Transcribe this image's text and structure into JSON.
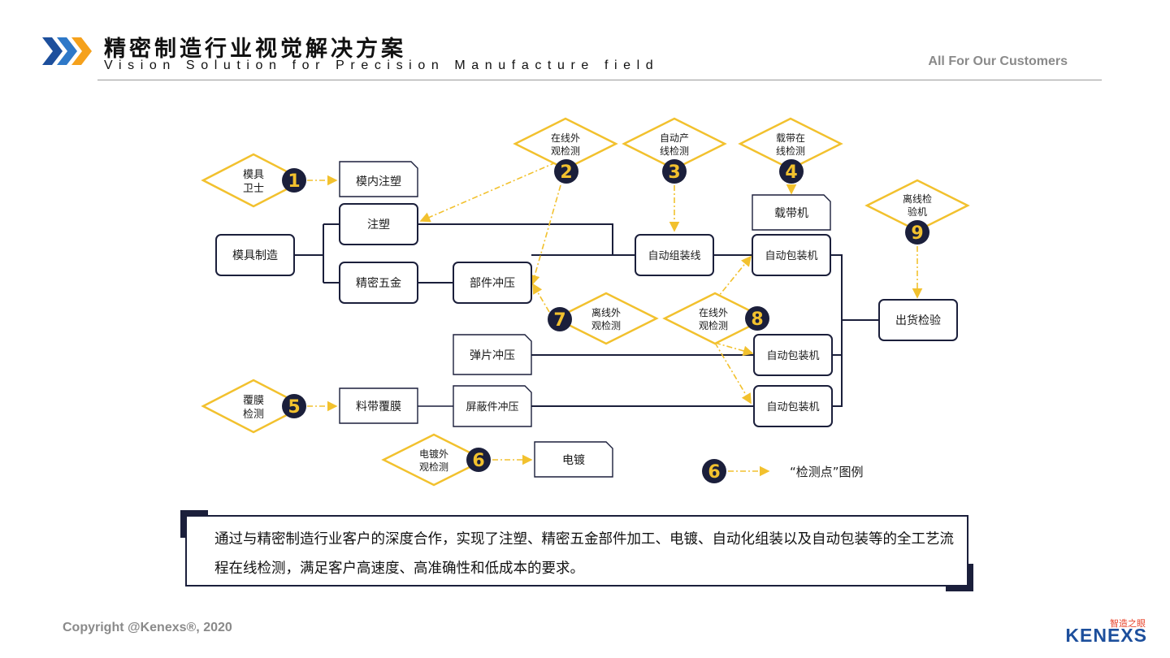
{
  "header": {
    "title_cn": "精密制造行业视觉解决方案",
    "title_en": "Vision Solution for Precision Manufacture field",
    "tagline": "All For Our Customers"
  },
  "colors": {
    "accent_blue": "#1d4f9c",
    "accent_orange": "#f5a11c",
    "diamond_gold": "#f2c12e",
    "node_border": "#1b1f3b",
    "badge_fill": "#1b1f3b",
    "badge_number": "#f2c12e"
  },
  "diagram": {
    "nodes": {
      "mold_manufacturing": "模具制造",
      "in_mold_injection": "模内注塑",
      "injection_molding": "注塑",
      "precision_hardware": "精密五金",
      "part_stamping": "部件冲压",
      "auto_assembly_line": "自动组装线",
      "carrier_tape_machine": "载带机",
      "auto_packaging_1": "自动包装机",
      "auto_packaging_2": "自动包装机",
      "auto_packaging_3": "自动包装机",
      "shipping_inspection": "出货检验",
      "spring_stamping": "弹片冲压",
      "tape_lamination": "料带覆膜",
      "shield_stamping": "屏蔽件冲压",
      "electroplating": "电镀"
    },
    "inspection_points": [
      {
        "number": "1",
        "line1": "模具",
        "line2": "卫士"
      },
      {
        "number": "2",
        "line1": "在线外",
        "line2": "观检测"
      },
      {
        "number": "3",
        "line1": "自动产",
        "line2": "线检测"
      },
      {
        "number": "4",
        "line1": "载带在",
        "line2": "线检测"
      },
      {
        "number": "5",
        "line1": "覆膜",
        "line2": "检测"
      },
      {
        "number": "6",
        "line1": "电镀外",
        "line2": "观检测"
      },
      {
        "number": "7",
        "line1": "离线外",
        "line2": "观检测"
      },
      {
        "number": "8",
        "line1": "在线外",
        "line2": "观检测"
      },
      {
        "number": "9",
        "line1": "离线检",
        "line2": "验机"
      }
    ],
    "legend": {
      "number": "6",
      "label": "“检测点”图例"
    }
  },
  "summary": "通过与精密制造行业客户的深度合作，实现了注塑、精密五金部件加工、电镀、自动化组装以及自动包装等的全工艺流程在线检测，满足客户高速度、高准确性和低成本的要求。",
  "footer": {
    "copyright": "Copyright @Kenexs®, 2020",
    "brand_cn": "智造之眼",
    "brand_en": "KENEXS"
  }
}
